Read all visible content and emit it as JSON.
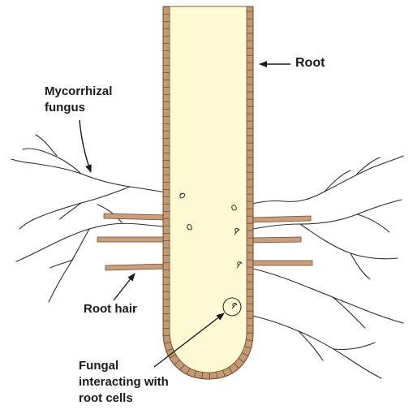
{
  "labels": {
    "root": "Root",
    "mycorrhizal_line1": "Mycorrhizal",
    "mycorrhizal_line2": "fungus",
    "root_hair": "Root hair",
    "fungal_line1": "Fungal",
    "fungal_line2": "interacting with",
    "fungal_line3": "root cells"
  },
  "colors": {
    "root_fill": "#fdfbd4",
    "root_wall": "#c49a72",
    "root_wall_outline": "#6b4a2f",
    "root_hair": "#c99e78",
    "fungus_line": "#2b2b2b",
    "text": "#1a1a1a"
  }
}
